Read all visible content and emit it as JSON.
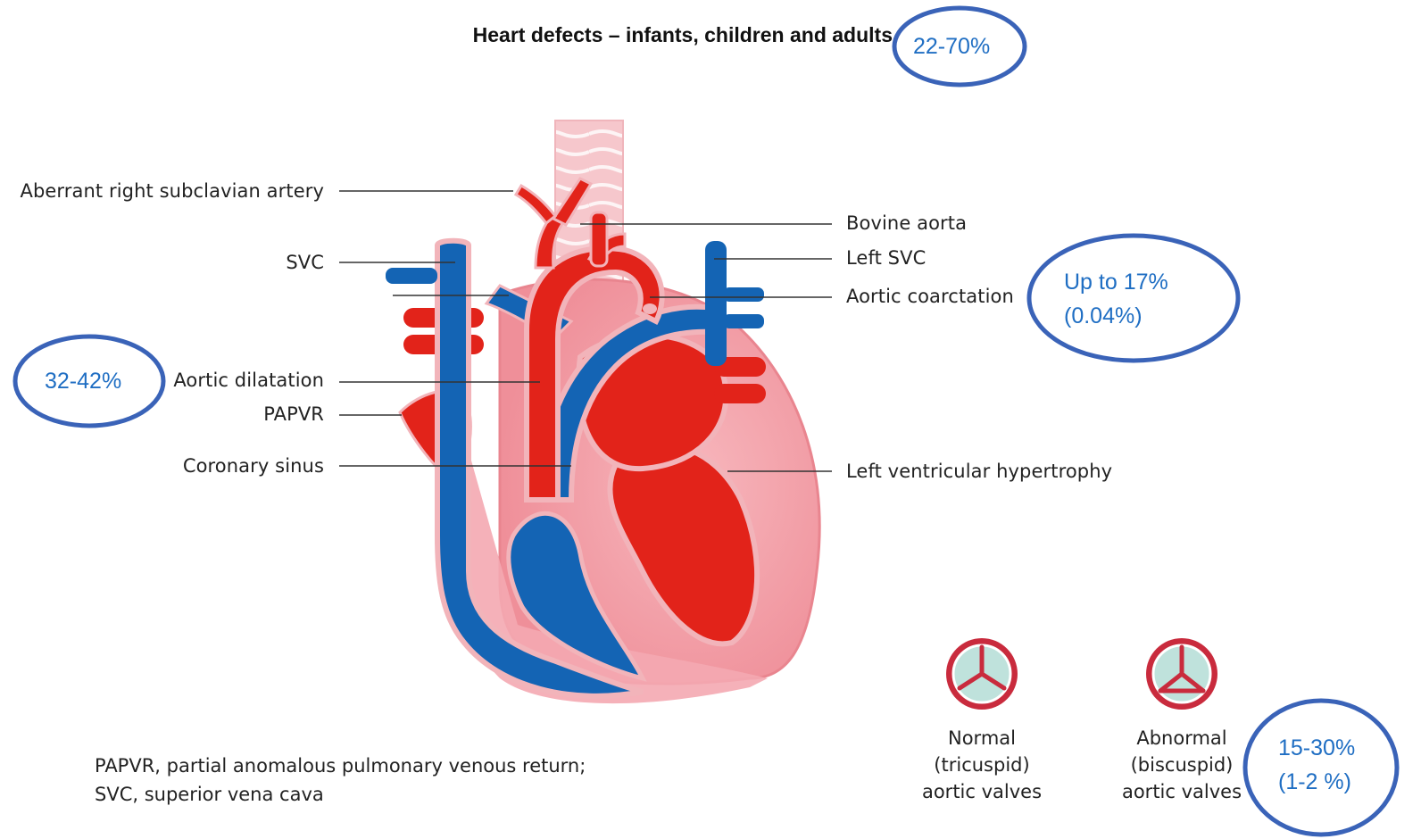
{
  "title": "Heart defects – infants, children and adults",
  "labels": {
    "aberrant_right_subclavian_artery": "Aberrant right subclavian artery",
    "svc": "SVC",
    "aortic_dilatation": "Aortic dilatation",
    "papvr": "PAPVR",
    "coronary_sinus": "Coronary sinus",
    "bovine_aorta": "Bovine aorta",
    "left_svc": "Left SVC",
    "aortic_coarctation": "Aortic coarctation",
    "left_ventricular_hypertrophy": "Left ventricular hypertrophy"
  },
  "annotations": {
    "title_prevalence": "22-70%",
    "coarctation_line1": "Up to 17%",
    "coarctation_line2": "(0.04%)",
    "aortic_dilatation": "32-42%",
    "bicuspid_line1": "15-30%",
    "bicuspid_line2": "(1-2 %)"
  },
  "valves": {
    "normal": [
      "Normal",
      "(tricuspid)",
      "aortic valves"
    ],
    "abnormal": [
      "Abnormal",
      "(biscuspid)",
      "aortic valves"
    ]
  },
  "footnote": {
    "line1": "PAPVR, partial anomalous pulmonary venous return;",
    "line2": "SVC, superior vena cava"
  },
  "colors": {
    "annotation_blue": "#1f6ec3",
    "ellipse_stroke": "#3a63b8",
    "artery_red": "#e2231a",
    "vein_blue": "#1464b4",
    "tissue_pink": "#f2a3ab",
    "valve_ring": "#c92b3d",
    "valve_fill": "#bfe2dc"
  }
}
